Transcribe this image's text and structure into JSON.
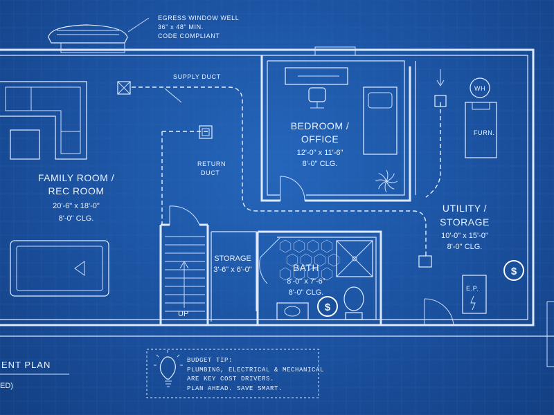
{
  "rooms": {
    "family": {
      "name_line1": "FAMILY ROOM /",
      "name_line2": "REC ROOM",
      "size": "20'-6\" x 18'-0\"",
      "ceiling": "8'-0\" CLG."
    },
    "bedroom": {
      "name_line1": "BEDROOM /",
      "name_line2": "OFFICE",
      "size": "12'-0\" x 11'-6\"",
      "ceiling": "8'-0\" CLG."
    },
    "utility": {
      "name_line1": "UTILITY /",
      "name_line2": "STORAGE",
      "size": "10'-0\" x 15'-0\"",
      "ceiling": "8'-0\" CLG."
    },
    "storage": {
      "name": "STORAGE",
      "size": "3'-6\" x 6'-0\""
    },
    "bath": {
      "name": "BATH",
      "size": "8'-0\" x 7'-6\"",
      "ceiling": "8'-0\" CLG."
    }
  },
  "annotations": {
    "egress": [
      "EGRESS WINDOW WELL",
      "36\" x 48\" MIN.",
      "CODE COMPLIANT"
    ],
    "supply_duct": "SUPPLY DUCT",
    "return_duct": [
      "RETURN",
      "DUCT"
    ],
    "stairs": "UP",
    "water_heater": "WH",
    "furnace": "FURN.",
    "panel": "E.P."
  },
  "cost_marker": "$",
  "budget_tip": {
    "title": "BUDGET TIP:",
    "lines": [
      "PLUMBING, ELECTRICAL & MECHANICAL",
      "ARE KEY COST DRIVERS.",
      "PLAN AHEAD. SAVE SMART."
    ]
  },
  "title_block": {
    "title": "ENT PLAN",
    "subtitle": "ED)"
  },
  "colors": {
    "background": "#1a4f9c",
    "ink": "#dce9ff"
  }
}
